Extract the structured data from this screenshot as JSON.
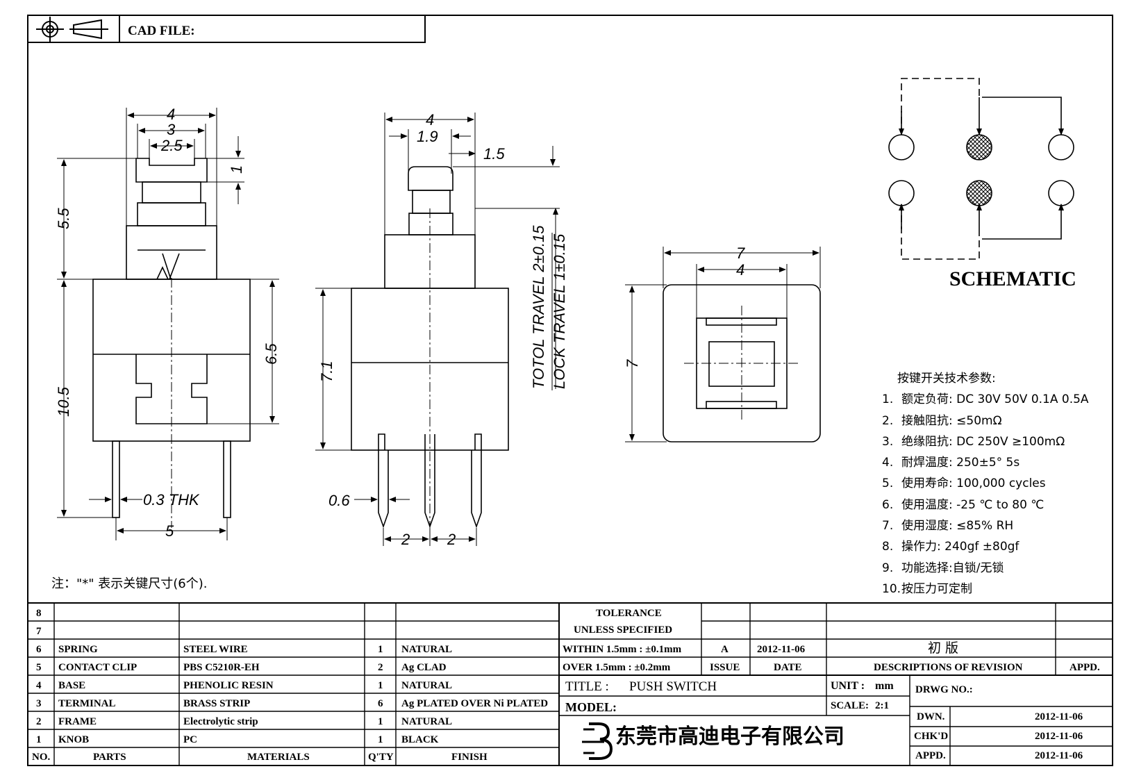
{
  "header": {
    "cad_file_label": "CAD FILE:"
  },
  "schematic": {
    "title": "SCHEMATIC"
  },
  "dimensions": {
    "front": {
      "w4": "4",
      "w3": "3",
      "w25": "2.5",
      "h1": "1",
      "h55": "5.5",
      "h65": "6.5",
      "h105": "10.5",
      "thk": "0.3 THK",
      "pitch5": "5"
    },
    "side": {
      "w4": "4",
      "w19": "1.9",
      "w15": "1.5",
      "h71": "7.1",
      "pin06": "0.6",
      "p2a": "2",
      "p2b": "2",
      "travel_total": "TOTOL TRAVEL 2±0.15",
      "travel_lock": "LOCK TRAVEL 1±0.15"
    },
    "top": {
      "w7": "7",
      "w4": "4",
      "h7": "7"
    }
  },
  "note": "注：\"*\" 表示关键尺寸(6个).",
  "specs": {
    "heading": "按键开关技术参数:",
    "items": [
      {
        "num": "1.",
        "text": "额定负荷: DC 30V 50V    0.1A  0.5A"
      },
      {
        "num": "2.",
        "text": "接触阻抗: ≤50mΩ"
      },
      {
        "num": "3.",
        "text": "绝缘阻抗: DC 250V  ≥100mΩ"
      },
      {
        "num": "4.",
        "text": "耐焊温度: 250±5°    5s"
      },
      {
        "num": "5.",
        "text": "使用寿命: 100,000 cycles"
      },
      {
        "num": "6.",
        "text": "使用温度: -25 ℃  to 80 ℃"
      },
      {
        "num": "7.",
        "text": "使用湿度: ≤85% RH"
      },
      {
        "num": "8.",
        "text": "操作力: 240gf  ±80gf"
      },
      {
        "num": "9.",
        "text": "功能选择:自锁/无锁"
      },
      {
        "num": "10.",
        "text": "按压力可定制"
      }
    ]
  },
  "bom": {
    "rows": [
      {
        "no": "8",
        "part": "",
        "material": "",
        "qty": "",
        "finish": ""
      },
      {
        "no": "7",
        "part": "",
        "material": "",
        "qty": "",
        "finish": ""
      },
      {
        "no": "6",
        "part": "SPRING",
        "material": "STEEL WIRE",
        "qty": "1",
        "finish": "NATURAL"
      },
      {
        "no": "5",
        "part": "CONTACT CLIP",
        "material": "PBS C5210R-EH",
        "qty": "2",
        "finish": "Ag CLAD"
      },
      {
        "no": "4",
        "part": "BASE",
        "material": "PHENOLIC RESIN",
        "qty": "1",
        "finish": "NATURAL"
      },
      {
        "no": "3",
        "part": "TERMINAL",
        "material": "BRASS STRIP",
        "qty": "6",
        "finish": "Ag PLATED OVER Ni PLATED"
      },
      {
        "no": "2",
        "part": "FRAME",
        "material": "Electrolytic strip",
        "qty": "1",
        "finish": "NATURAL"
      },
      {
        "no": "1",
        "part": "KNOB",
        "material": "PC",
        "qty": "1",
        "finish": "BLACK"
      }
    ],
    "headers": {
      "no": "NO.",
      "part": "PARTS",
      "material": "MATERIALS",
      "qty": "Q'TY",
      "finish": "FINISH"
    }
  },
  "tolerance": {
    "line1": "TOLERANCE",
    "line2": "UNLESS  SPECIFIED",
    "within": "WITHIN 1.5mm : ±0.1mm",
    "over": "OVER 1.5mm : ±0.2mm"
  },
  "revision": {
    "issue": "A",
    "date": "2012-11-06",
    "description": "初 版",
    "issue_label": "ISSUE",
    "date_label": "DATE",
    "desc_label": "DESCRIPTIONS OF REVISION",
    "appd_label": "APPD."
  },
  "title_block": {
    "title_label": "TITLE :",
    "title": "PUSH SWITCH",
    "unit_label": "UNIT :",
    "unit": "mm",
    "model_label": "MODEL:",
    "scale_label": "SCALE:",
    "scale": "2:1",
    "drwg_label": "DRWG NO.:",
    "company": "东莞市高迪电子有限公司",
    "dwn_label": "DWN.",
    "dwn_date": "2012-11-06",
    "chk_label": "CHK'D",
    "chk_date": "2012-11-06",
    "appd_label": "APPD.",
    "appd_date": "2012-11-06"
  }
}
